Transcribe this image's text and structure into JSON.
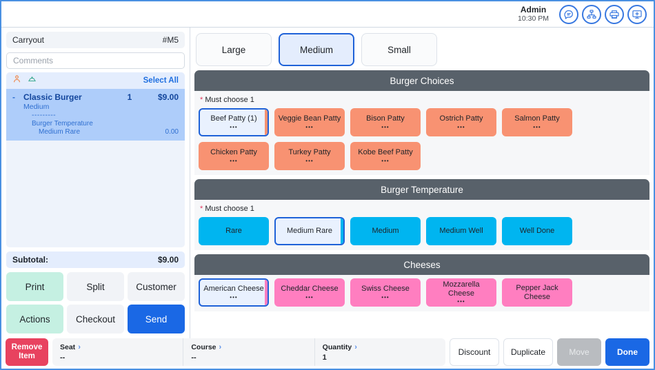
{
  "header": {
    "user": "Admin",
    "time": "10:30 PM",
    "icons": [
      {
        "name": "chat-icon",
        "label": "Messages"
      },
      {
        "name": "network-icon",
        "label": "Network"
      },
      {
        "name": "printer-icon",
        "label": "Print"
      },
      {
        "name": "monitor-add-icon",
        "label": "Add Station"
      }
    ]
  },
  "order": {
    "type": "Carryout",
    "number": "#M5",
    "comments_placeholder": "Comments",
    "select_all": "Select All",
    "items": [
      {
        "minus": "-",
        "name": "Classic Burger",
        "qty": "1",
        "price": "$9.00",
        "size": "Medium",
        "divider": "---------",
        "modifier_group": "Burger Temperature",
        "modifier_name": "Medium Rare",
        "modifier_price": "0.00"
      }
    ],
    "subtotal_label": "Subtotal:",
    "subtotal_value": "$9.00",
    "pad_buttons": [
      {
        "label": "Print",
        "style": "mint"
      },
      {
        "label": "Split",
        "style": "plain"
      },
      {
        "label": "Customer",
        "style": "plain"
      },
      {
        "label": "Actions",
        "style": "mint"
      },
      {
        "label": "Checkout",
        "style": "plain"
      },
      {
        "label": "Send",
        "style": "primary"
      }
    ]
  },
  "sizes": [
    {
      "label": "Large",
      "selected": false
    },
    {
      "label": "Medium",
      "selected": true
    },
    {
      "label": "Small",
      "selected": false
    }
  ],
  "groups": [
    {
      "title": "Burger Choices",
      "requirement": "Must choose 1",
      "category": "cat-patty",
      "color": "#f89272",
      "options": [
        {
          "label": "Beef Patty (1)",
          "dots": "•••",
          "selected": true
        },
        {
          "label": "Veggie Bean Patty",
          "dots": "•••",
          "selected": false
        },
        {
          "label": "Bison Patty",
          "dots": "•••",
          "selected": false
        },
        {
          "label": "Ostrich Patty",
          "dots": "•••",
          "selected": false
        },
        {
          "label": "Salmon Patty",
          "dots": "•••",
          "selected": false
        },
        {
          "label": "Chicken Patty",
          "dots": "•••",
          "selected": false
        },
        {
          "label": "Turkey Patty",
          "dots": "•••",
          "selected": false
        },
        {
          "label": "Kobe Beef Patty",
          "dots": "•••",
          "selected": false
        }
      ]
    },
    {
      "title": "Burger Temperature",
      "requirement": "Must choose 1",
      "category": "cat-temp",
      "color": "#00b5f0",
      "options": [
        {
          "label": "Rare",
          "dots": "",
          "selected": false
        },
        {
          "label": "Medium Rare",
          "dots": "",
          "selected": true
        },
        {
          "label": "Medium",
          "dots": "",
          "selected": false
        },
        {
          "label": "Medium Well",
          "dots": "",
          "selected": false
        },
        {
          "label": "Well Done",
          "dots": "",
          "selected": false
        }
      ]
    },
    {
      "title": "Cheeses",
      "requirement": "",
      "category": "cat-cheese",
      "color": "#ff7ec0",
      "options": [
        {
          "label": "American Cheese",
          "dots": "•••",
          "selected": true
        },
        {
          "label": "Cheddar Cheese",
          "dots": "•••",
          "selected": false
        },
        {
          "label": "Swiss Cheese",
          "dots": "•••",
          "selected": false
        },
        {
          "label": "Mozzarella Cheese",
          "dots": "•••",
          "selected": false
        },
        {
          "label": "Pepper Jack Cheese",
          "dots": "",
          "selected": false
        }
      ]
    }
  ],
  "action_bar": {
    "remove_item": "Remove Item",
    "fields": [
      {
        "label": "Seat",
        "value": "--"
      },
      {
        "label": "Course",
        "value": "--"
      },
      {
        "label": "Quantity",
        "value": "1"
      }
    ],
    "buttons": [
      {
        "label": "Discount",
        "style": "wide"
      },
      {
        "label": "Duplicate",
        "style": "wide"
      },
      {
        "label": "Move",
        "style": "disabled"
      },
      {
        "label": "Done",
        "style": "primary"
      }
    ]
  },
  "colors": {
    "accent_blue": "#1a68e5",
    "selected_border": "#1f62d8",
    "group_header": "#58616a",
    "patty": "#f89272",
    "temperature": "#00b5f0",
    "cheese": "#ff7ec0",
    "remove_red": "#e8425f",
    "mint": "#c5f0e2"
  }
}
